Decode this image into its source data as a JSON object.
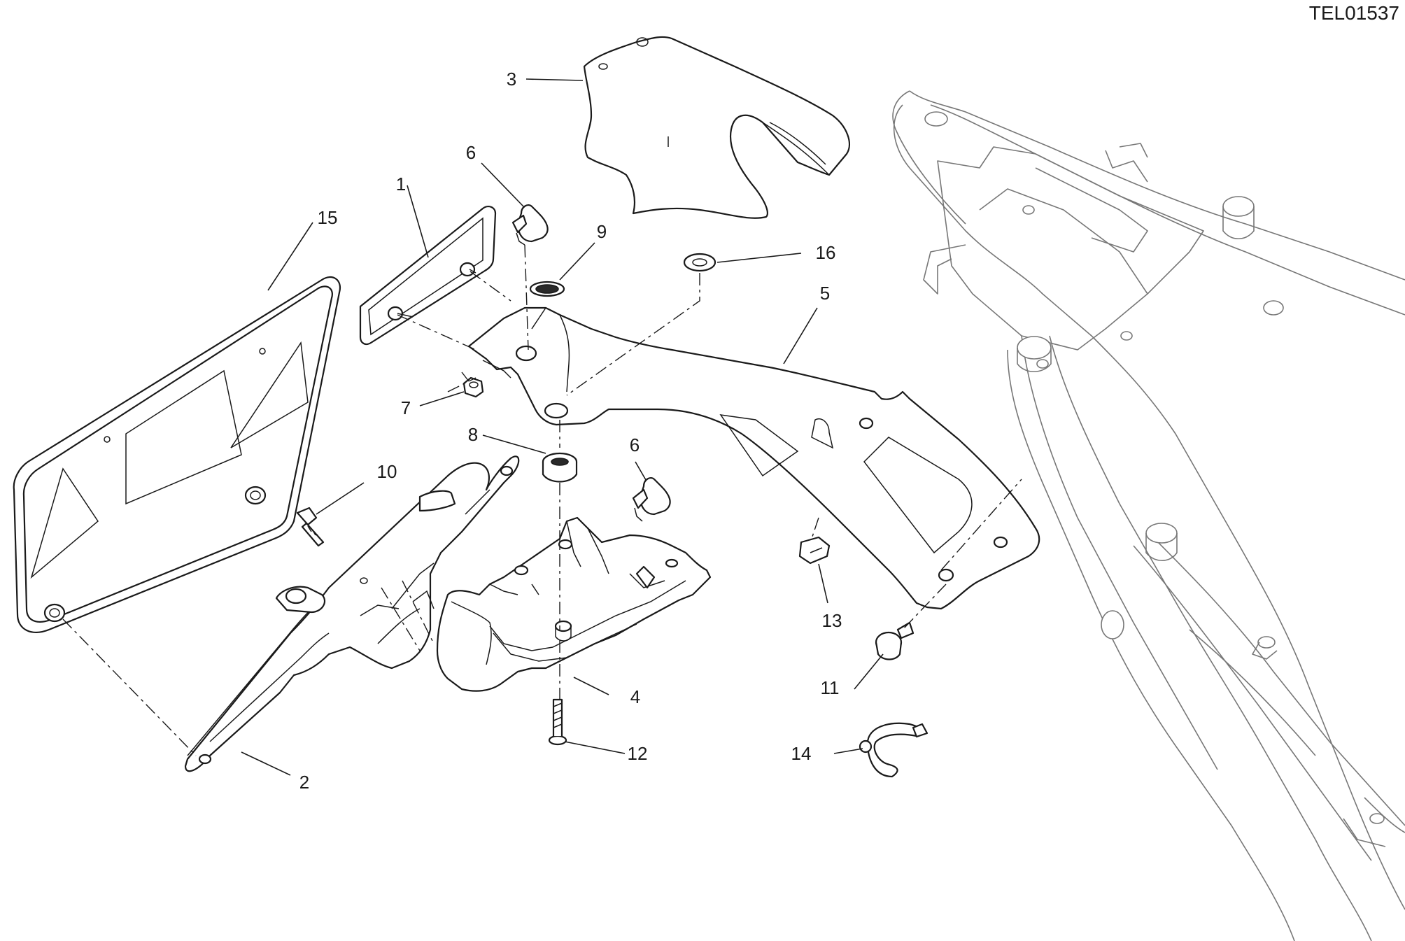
{
  "drawing_code": "TEL01537",
  "callouts": [
    {
      "id": "c1",
      "label": "1"
    },
    {
      "id": "c2",
      "label": "2"
    },
    {
      "id": "c3",
      "label": "3"
    },
    {
      "id": "c4",
      "label": "4"
    },
    {
      "id": "c5",
      "label": "5"
    },
    {
      "id": "c6a",
      "label": "6"
    },
    {
      "id": "c6b",
      "label": "6"
    },
    {
      "id": "c7",
      "label": "7"
    },
    {
      "id": "c8",
      "label": "8"
    },
    {
      "id": "c9",
      "label": "9"
    },
    {
      "id": "c10",
      "label": "10"
    },
    {
      "id": "c11",
      "label": "11"
    },
    {
      "id": "c12",
      "label": "12"
    },
    {
      "id": "c13",
      "label": "13"
    },
    {
      "id": "c14",
      "label": "14"
    },
    {
      "id": "c15",
      "label": "15"
    },
    {
      "id": "c16",
      "label": "16"
    }
  ]
}
